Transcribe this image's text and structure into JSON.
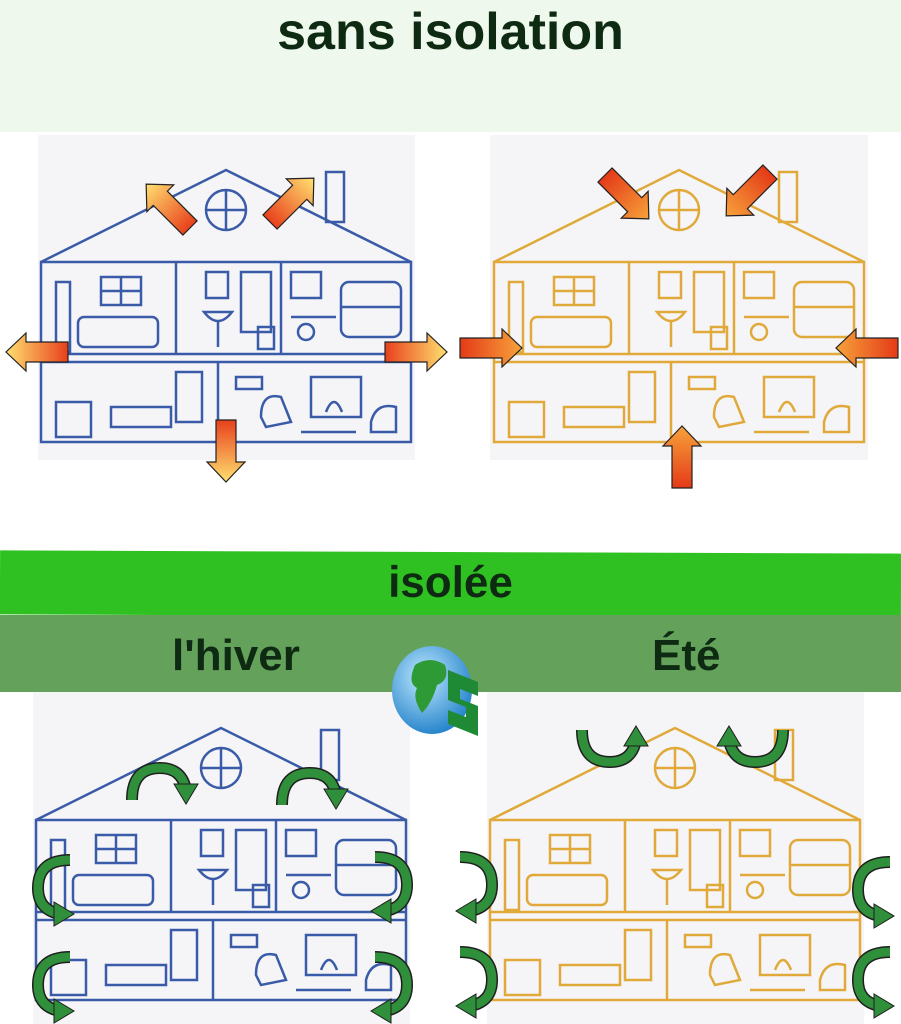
{
  "header": {
    "title": "sans isolation"
  },
  "insulated_band": {
    "label": "isolée"
  },
  "seasons": {
    "winter": "l'hiver",
    "summer": "Été"
  },
  "colors": {
    "header_bg": "#eef8ec",
    "band_green": "#2fc121",
    "band_dark_green": "#64a25c",
    "house_winter": "#3a5ba8",
    "house_summer": "#e0a93a",
    "arrow_green": "#2f8f3a"
  }
}
